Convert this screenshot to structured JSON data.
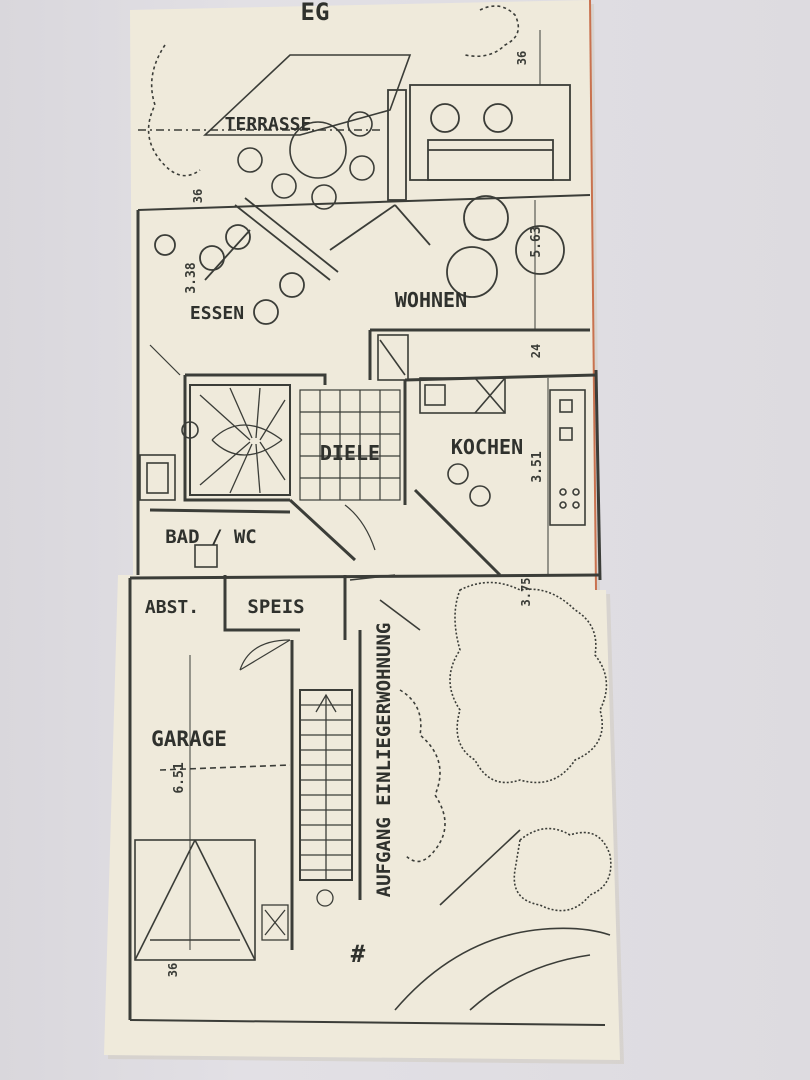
{
  "floor": {
    "label": "EG"
  },
  "rooms": {
    "terrasse": "TERRASSE",
    "essen": "ESSEN",
    "wohnen": "WOHNEN",
    "diele": "DIELE",
    "kochen": "KOCHEN",
    "bad_wc": "BAD / WC",
    "abst": "ABST.",
    "speis": "SPEIS",
    "garage": "GARAGE"
  },
  "entrance": {
    "label": "AUFGANG EINLIEGERWOHNUNG",
    "marker": "#"
  },
  "dimensions": {
    "d_36_top": "36",
    "d_36_left": "36",
    "d_563": "5.63",
    "d_338": "3.38",
    "d_24": "24",
    "d_351": "3.51",
    "d_375": "3.75",
    "d_651": "6.51",
    "d_36_bottom": "36"
  },
  "colors": {
    "paper": "#efeadb",
    "ink": "#3b3d38",
    "background": "#dedce1",
    "edge_accent": "#c9724f"
  }
}
